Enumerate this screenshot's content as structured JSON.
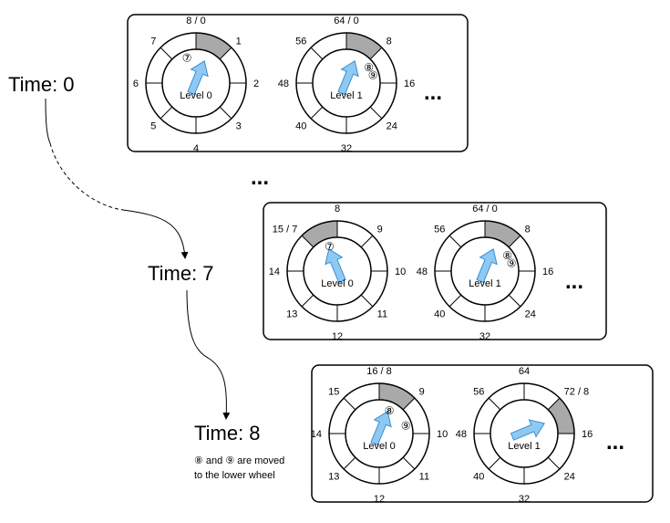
{
  "times": {
    "t0": "Time: 0",
    "t7": "Time: 7",
    "t8": "Time: 8"
  },
  "note": {
    "circ_a": "⑧",
    "and_text": " and ",
    "circ_b": "⑨",
    "line1_rest": " are moved",
    "line2": "to the lower wheel"
  },
  "more_symbol": "...",
  "colors": {
    "highlight_slot": "#a9a9a9",
    "arrow_fill": "#8ec9f4",
    "arrow_stroke": "#3b8fd0"
  },
  "panels": [
    {
      "name": "time-0",
      "wheels": [
        {
          "label": "Level 0",
          "slot_labels": [
            "8 / 0",
            "1",
            "2",
            "3",
            "4",
            "5",
            "6",
            "7"
          ],
          "highlight_slot": 0,
          "pointer_slot": 0,
          "items": [
            {
              "text": "⑦",
              "pos": "inner-left"
            }
          ]
        },
        {
          "label": "Level 1",
          "slot_labels": [
            "64 / 0",
            "8",
            "16",
            "24",
            "32",
            "40",
            "48",
            "56"
          ],
          "highlight_slot": 0,
          "pointer_slot": 0,
          "items": [
            {
              "text": "⑧",
              "pos": "right-1"
            },
            {
              "text": "⑨",
              "pos": "right-2"
            }
          ]
        }
      ]
    },
    {
      "name": "time-7",
      "wheels": [
        {
          "label": "Level 0",
          "slot_labels": [
            "8",
            "9",
            "10",
            "11",
            "12",
            "13",
            "14",
            "15 / 7"
          ],
          "highlight_slot": 7,
          "pointer_slot": 7,
          "items": [
            {
              "text": "⑦",
              "pos": "inner-left"
            }
          ]
        },
        {
          "label": "Level 1",
          "slot_labels": [
            "64 / 0",
            "8",
            "16",
            "24",
            "32",
            "40",
            "48",
            "56"
          ],
          "highlight_slot": 0,
          "pointer_slot": 0,
          "items": [
            {
              "text": "⑧",
              "pos": "right-1"
            },
            {
              "text": "⑨",
              "pos": "right-2"
            }
          ]
        }
      ]
    },
    {
      "name": "time-8",
      "wheels": [
        {
          "label": "Level 0",
          "slot_labels": [
            "16 / 8",
            "9",
            "10",
            "11",
            "12",
            "13",
            "14",
            "15"
          ],
          "highlight_slot": 0,
          "pointer_slot": 0,
          "items": [
            {
              "text": "⑧",
              "pos": "inner-center"
            },
            {
              "text": "⑨",
              "pos": "right-2"
            }
          ]
        },
        {
          "label": "Level 1",
          "slot_labels": [
            "64",
            "72 / 8",
            "16",
            "24",
            "32",
            "40",
            "48",
            "56"
          ],
          "highlight_slot": 1,
          "pointer_slot": 1,
          "items": []
        }
      ]
    }
  ]
}
